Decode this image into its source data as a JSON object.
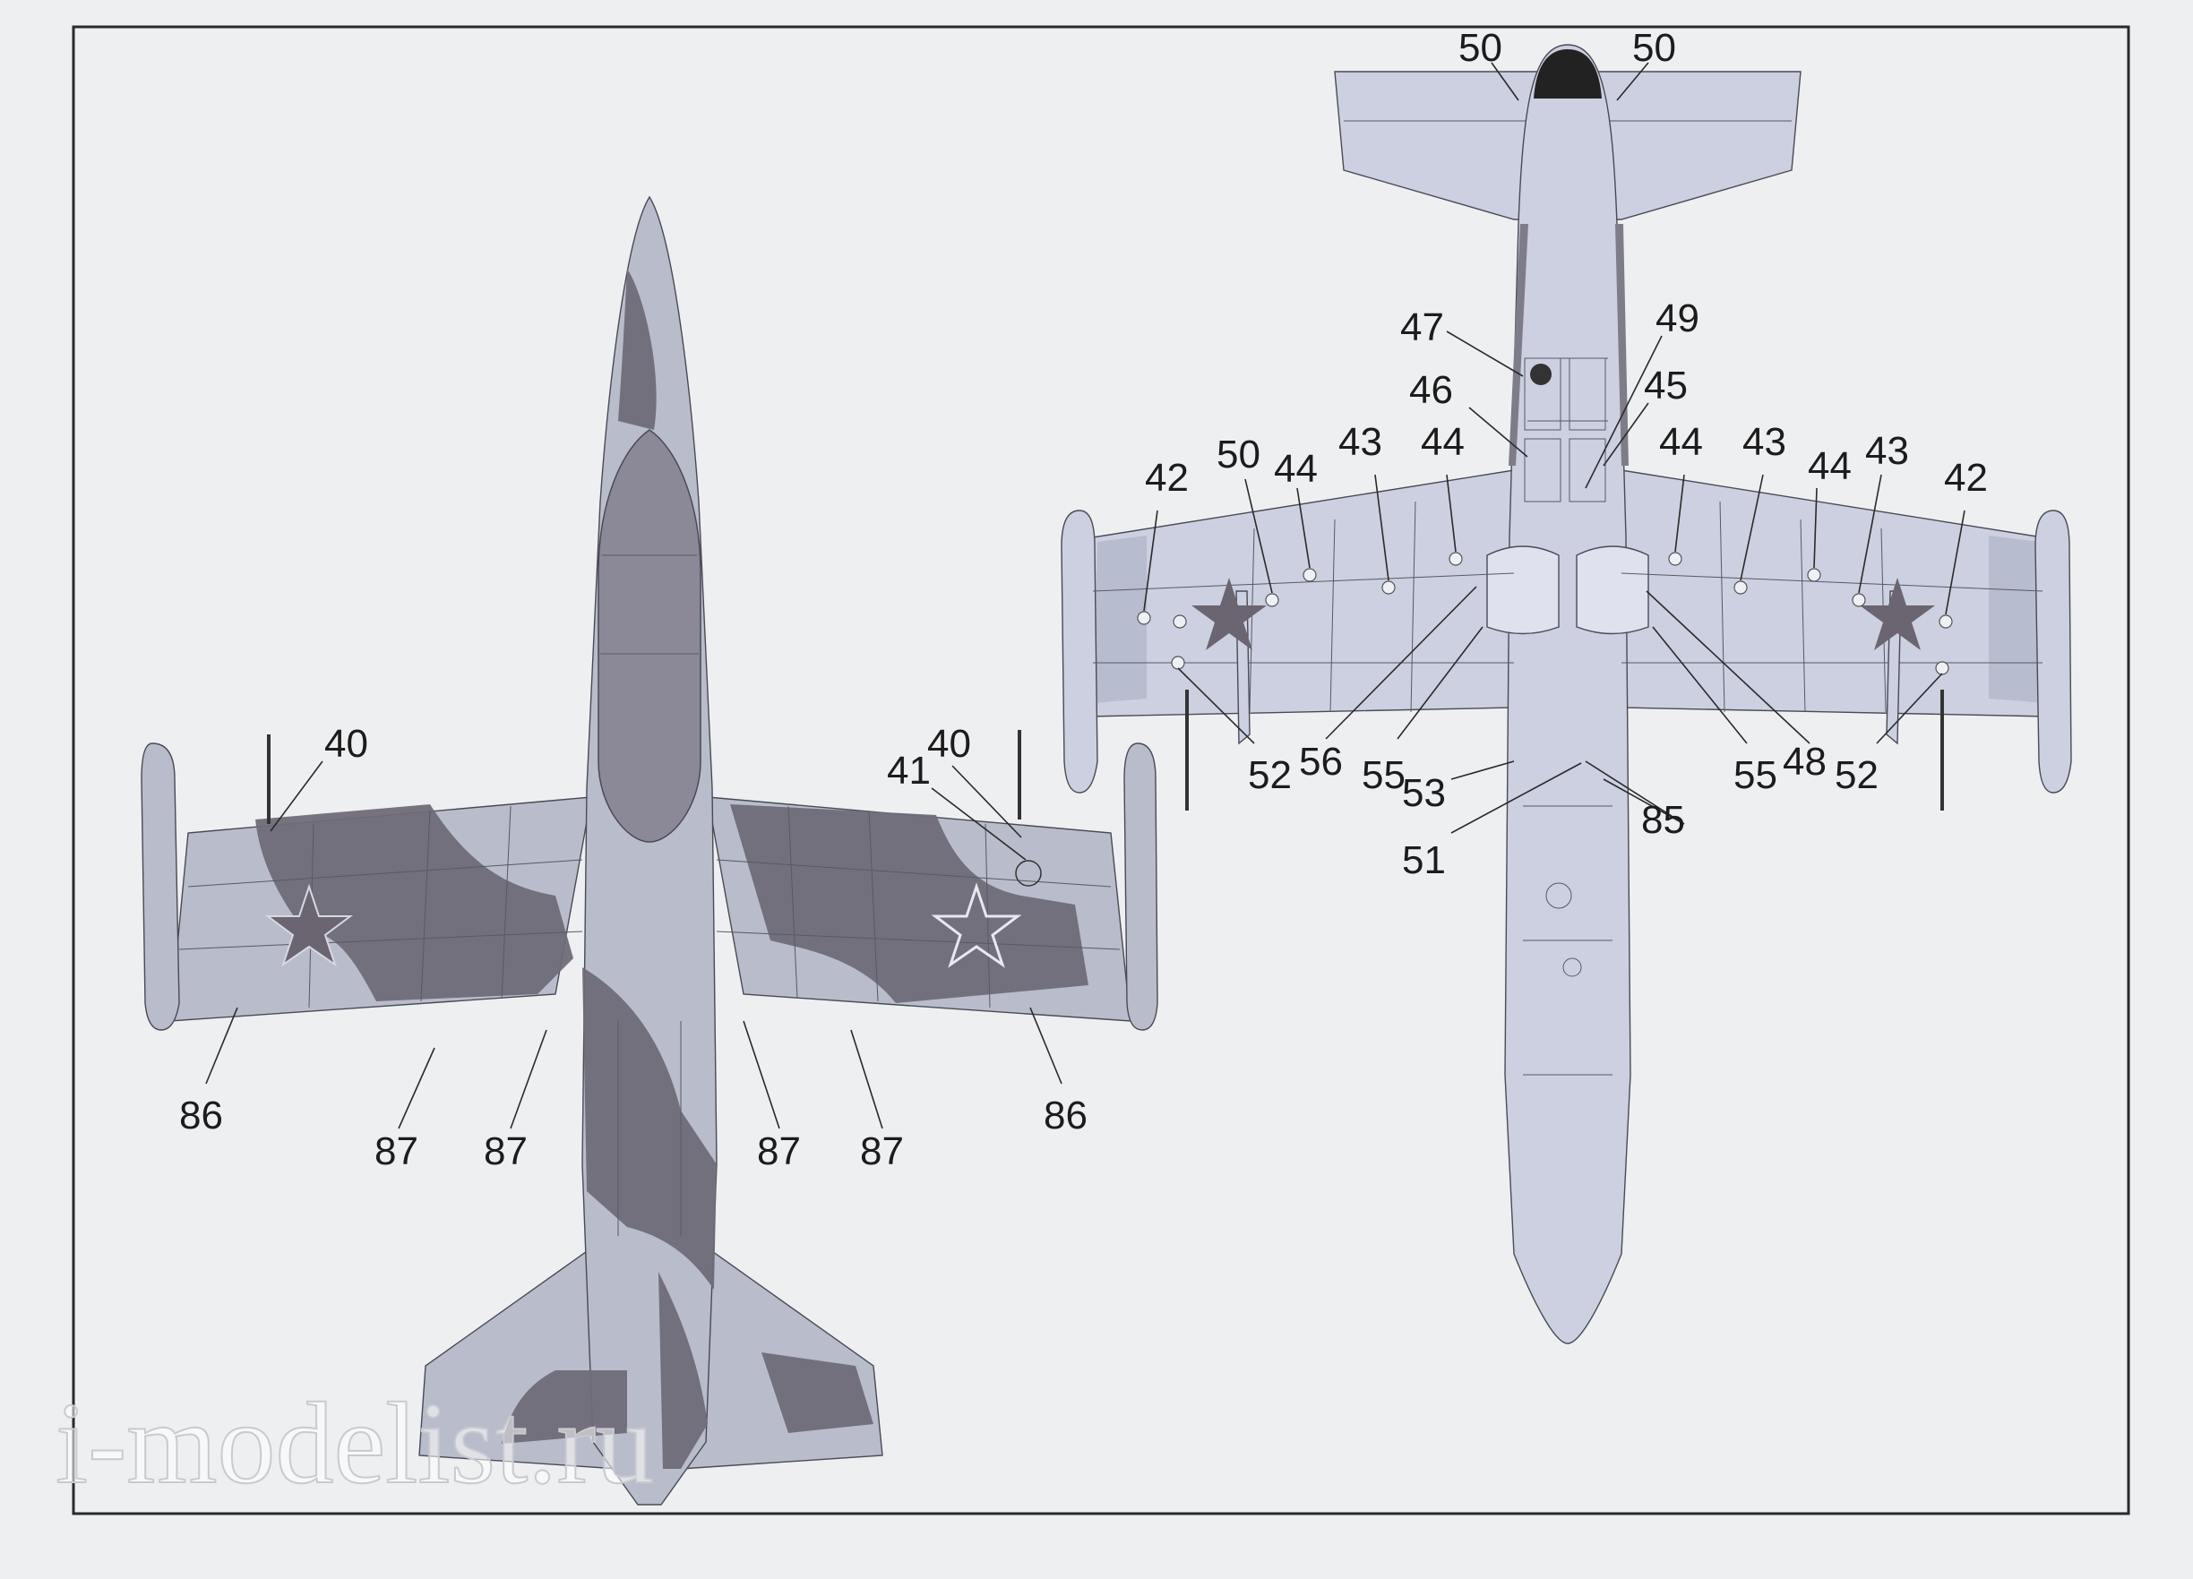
{
  "colors": {
    "paper": "#eeeff1",
    "camo_light": "#b9bccb",
    "camo_dark": "#6f6c78",
    "underside": "#ccd0e1",
    "underside_shadow": "#b8bccf",
    "star": "#6a6570",
    "frame": "#2a2a2a"
  },
  "top_view": {
    "labels": [
      "40",
      "40",
      "41",
      "86",
      "86",
      "87",
      "87",
      "87",
      "87"
    ]
  },
  "bottom_view": {
    "labels": [
      "50",
      "50",
      "47",
      "49",
      "46",
      "45",
      "42",
      "50",
      "44",
      "43",
      "44",
      "44",
      "43",
      "44",
      "43",
      "42",
      "52",
      "56",
      "55",
      "53",
      "51",
      "85",
      "55",
      "48",
      "52"
    ]
  },
  "watermark": "i-modelist.ru"
}
